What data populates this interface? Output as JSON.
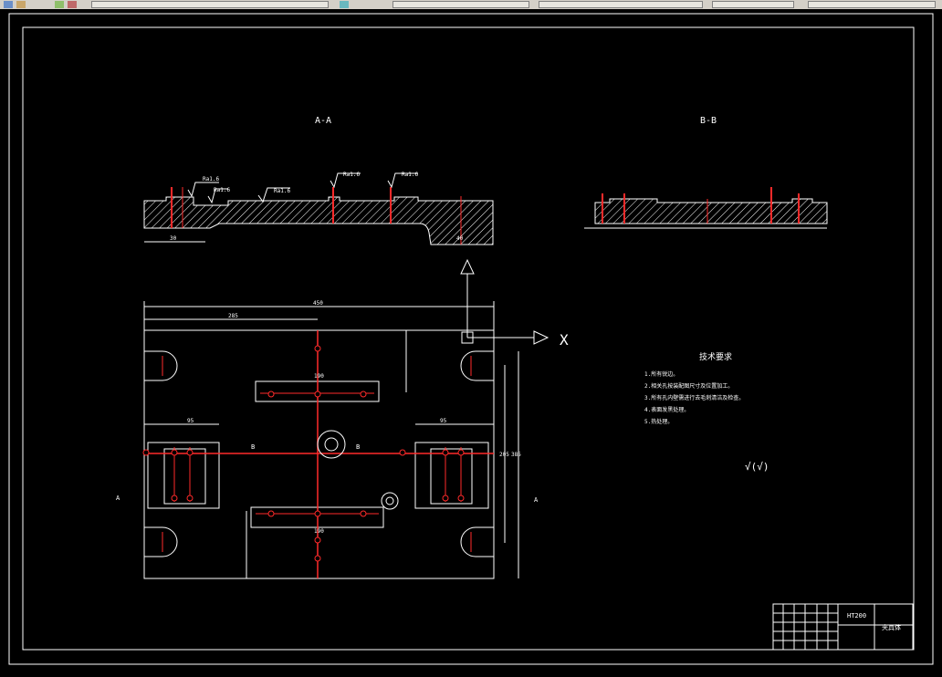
{
  "toolbar": {
    "label": ""
  },
  "drawing": {
    "section_aa": "A-A",
    "section_bb": "B-B",
    "tech_title": "技术要求",
    "tech_items": [
      "1.所有锐边。",
      "2.相关孔按装配图尺寸及位置加工。",
      "3.所有孔内壁需进行去毛刺清洁及检查。",
      "4.表面发黑处理。",
      "5.热处理。"
    ],
    "roughness_aa": [
      "Ra1.6",
      "Ra1.6",
      "Ra1.6",
      "Ra1.6",
      "Ra1.6"
    ],
    "dims_plan": {
      "overall_width": "450",
      "width_a": "285",
      "hole_span_top": "190",
      "hole_span_bottom": "190",
      "left_block": "95",
      "right_block": "95",
      "height_right": "385",
      "height_mid": "205"
    },
    "dim_aa_left": "30",
    "dim_aa_right": "40",
    "axis_x": "X",
    "title_block": {
      "material": "HT200",
      "part_name": "夹具体"
    },
    "colors": {
      "line": "#ffffff",
      "center": "#ff2a2a",
      "hatch": "#ffffff",
      "bg": "#000000"
    },
    "roughness_mark": "√(√)"
  }
}
